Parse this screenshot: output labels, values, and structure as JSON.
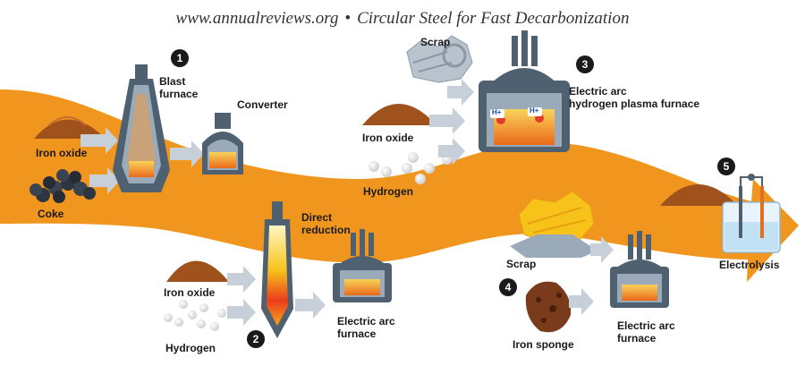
{
  "header": {
    "site": "www.annualreviews.org",
    "separator": "•",
    "title": "Circular Steel for Fast Decarbonization"
  },
  "steps": [
    "1",
    "2",
    "3",
    "4",
    "5"
  ],
  "labels": {
    "blast_furnace": "Blast\nfurnace",
    "converter": "Converter",
    "iron_oxide_1": "Iron oxide",
    "coke": "Coke",
    "direct_reduction": "Direct\nreduction",
    "iron_oxide_2": "Iron oxide",
    "hydrogen_2": "Hydrogen",
    "eaf_2": "Electric arc\nfurnace",
    "scrap_3": "Scrap",
    "eaf_hydrogen_plasma": "Electric arc\nhydrogen plasma furnace",
    "iron_oxide_3": "Iron oxide",
    "hydrogen_3": "Hydrogen",
    "scrap_4": "Scrap",
    "iron_sponge": "Iron sponge",
    "eaf_4": "Electric arc\nfurnace",
    "electrolysis": "Electrolysis",
    "h_plus": "H+"
  },
  "colors": {
    "band": "#f0961e",
    "furnace_body": "#4f6170",
    "furnace_light": "#9aaab8",
    "molten": "#f7a51a",
    "ore": "#a0521c",
    "arrow": "#c7d0d9"
  }
}
